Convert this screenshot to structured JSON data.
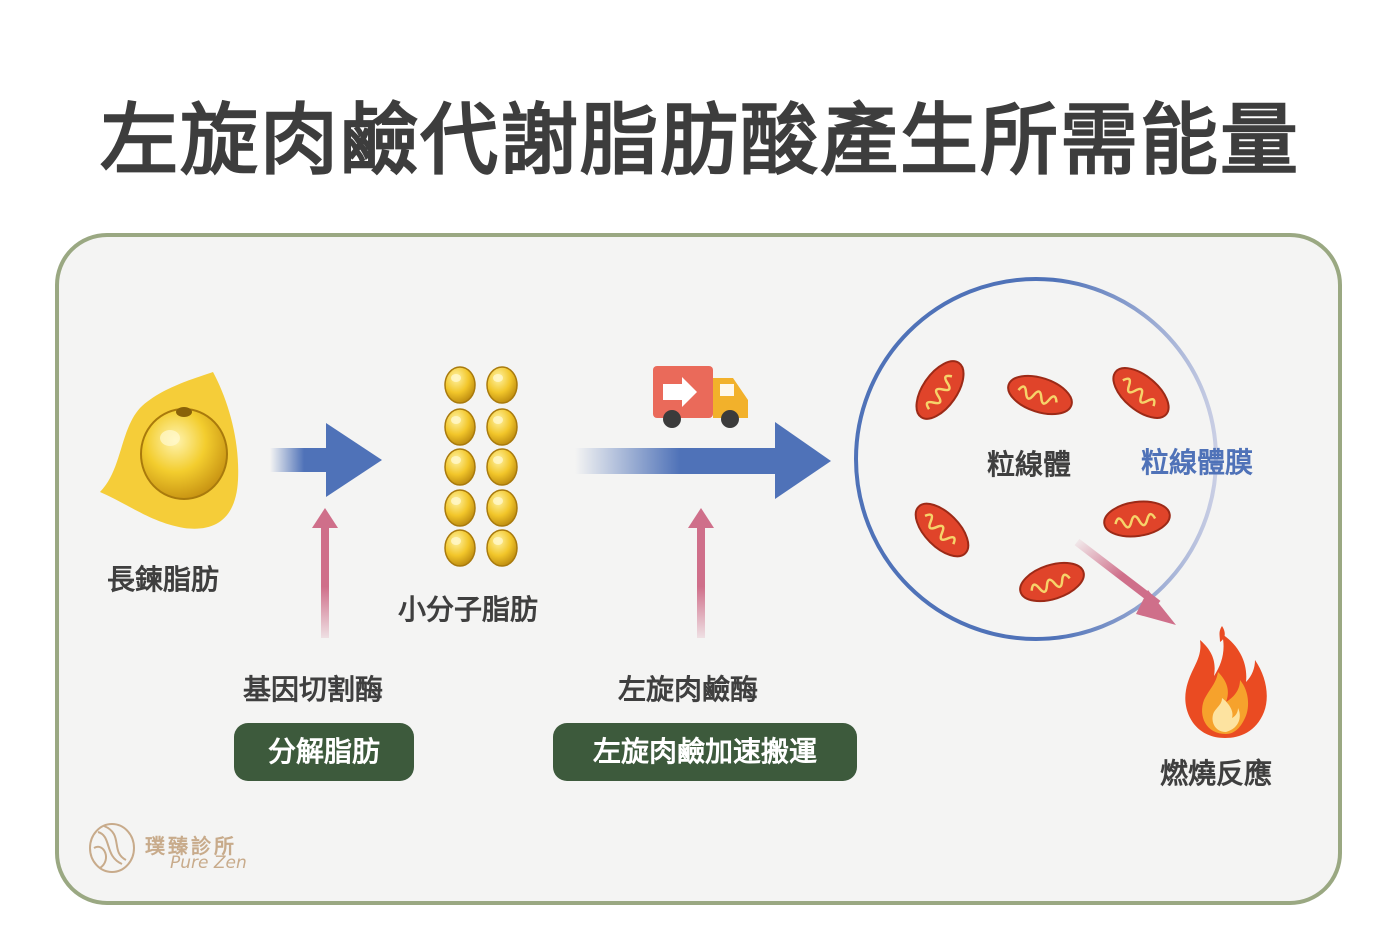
{
  "title": "左旋肉鹼代謝脂肪酸產生所需能量",
  "labels": {
    "long_chain_fat": "長鍊脂肪",
    "small_molecule_fat": "小分子脂肪",
    "gene_enzyme": "基因切割酶",
    "carnitine_enzyme": "左旋肉鹼酶",
    "mitochondria": "粒線體",
    "mito_membrane": "粒線體膜",
    "combustion": "燃燒反應"
  },
  "pills": {
    "break_down_fat": "分解脂肪",
    "carnitine_transport": "左旋肉鹼加速搬運"
  },
  "logo": {
    "name": "璞臻診所",
    "sub": "Pure Zen"
  },
  "colors": {
    "arrow_blue": "#4f72b8",
    "arrow_pink": "#cf6f8a",
    "pill_green": "#3d5a3c",
    "panel_border": "#9aa882",
    "mito_red": "#e0442a",
    "membrane_blue": "#4f72b8"
  }
}
